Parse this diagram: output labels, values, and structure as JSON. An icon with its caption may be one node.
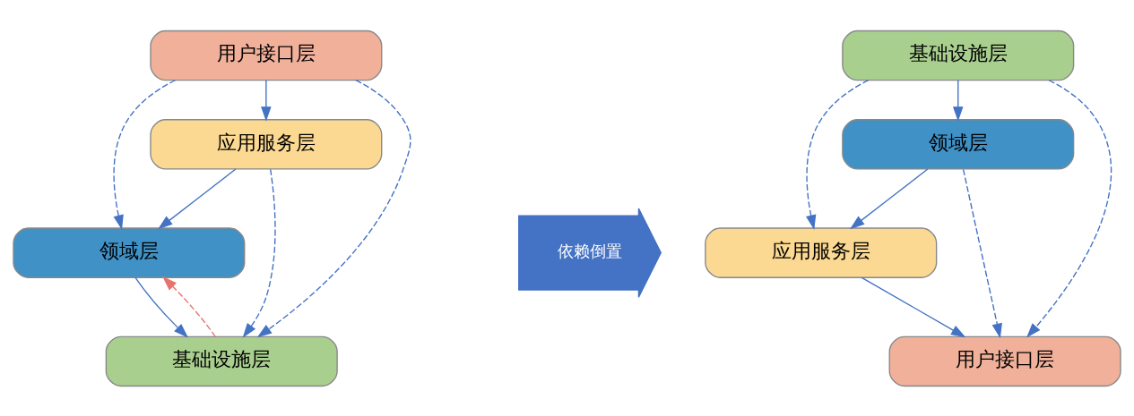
{
  "diagram": {
    "nodes": [
      {
        "text": [
          "用户接口层"
        ]
      },
      {
        "text": [
          "应用服务层"
        ]
      },
      {
        "text": [
          "领域层"
        ]
      },
      {
        "text": [
          "基础设施层"
        ]
      },
      {
        "text": [
          "依赖倒置"
        ]
      },
      {
        "text": [
          "基础设施层"
        ]
      },
      {
        "text": [
          "领域层"
        ]
      },
      {
        "text": [
          "应用服务层"
        ]
      },
      {
        "text": [
          "用户接口层"
        ]
      }
    ],
    "edges": [
      {
        "from": 0,
        "to": 1,
        "arrow": "to"
      },
      {
        "from": 1,
        "to": 2,
        "arrow": "to"
      },
      {
        "from": 2,
        "to": 3,
        "arrow": "to"
      },
      {
        "from": 0,
        "to": 2,
        "arrow": "to",
        "style": "dashed"
      },
      {
        "from": 1,
        "to": 3,
        "arrow": "to",
        "style": "dashed"
      },
      {
        "from": 0,
        "to": 3,
        "arrow": "to",
        "style": "dashed"
      },
      {
        "from": 3,
        "to": 2,
        "arrow": "to",
        "style": "dashed",
        "color": "#e8736c"
      },
      {
        "from": 5,
        "to": 6,
        "arrow": "to"
      },
      {
        "from": 6,
        "to": 7,
        "arrow": "to"
      },
      {
        "from": 7,
        "to": 8,
        "arrow": "to"
      },
      {
        "from": 5,
        "to": 7,
        "arrow": "to",
        "style": "dashed"
      },
      {
        "from": 6,
        "to": 8,
        "arrow": "to",
        "style": "dashed"
      },
      {
        "from": 5,
        "to": 8,
        "arrow": "to",
        "style": "dashed"
      }
    ]
  }
}
